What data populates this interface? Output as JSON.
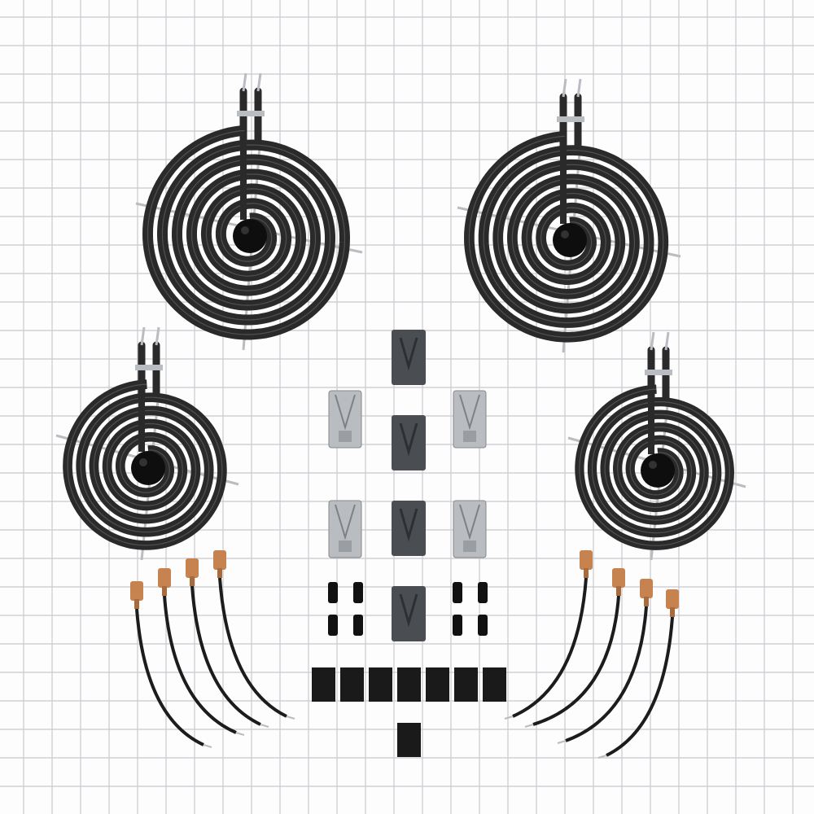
{
  "colors": {
    "paper": "#fdfdfd",
    "grid": "#c9c9cf",
    "coil": "#2a2a2a",
    "coil_highlight": "#6b6b6b",
    "metal": "#b9bcc0",
    "block": "#4a4d52",
    "copper": "#c7834f",
    "wire": "#1c1c1c"
  },
  "burners": [
    {
      "name": "large-burner-top-left",
      "rings": 6
    },
    {
      "name": "large-burner-top-right",
      "rings": 6
    },
    {
      "name": "small-burner-left",
      "rings": 5
    },
    {
      "name": "small-burner-right",
      "rings": 5
    }
  ]
}
